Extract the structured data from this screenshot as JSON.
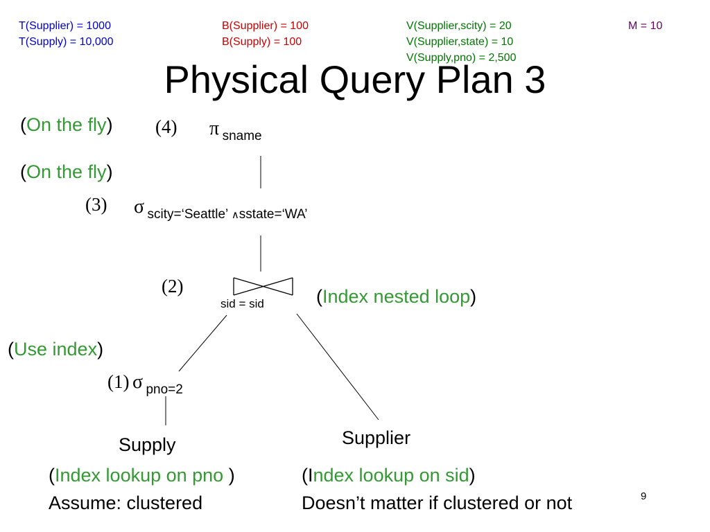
{
  "stats": {
    "col1": [
      "T(Supplier) = 1000",
      "T(Supply) = 10,000"
    ],
    "col2": [
      "B(Supplier) = 100",
      "B(Supply) = 100"
    ],
    "col3": [
      "V(Supplier,scity) = 20",
      "V(Supplier,state) = 10",
      "V(Supply,pno) = 2,500"
    ],
    "col4": "M = 10"
  },
  "title": "Physical Query Plan 3",
  "nodes": {
    "project": {
      "ann_open": "(",
      "ann_text": "On the fly",
      "ann_close": ")",
      "number": "(4)",
      "symbol": "π",
      "subscript": "sname"
    },
    "select_city": {
      "ann_open": "(",
      "ann_text": "On the fly",
      "ann_close": ")",
      "number": "(3)",
      "symbol": "σ",
      "subscript_a": "scity=‘Seattle’ ",
      "and_symbol": "∧",
      "subscript_b": "sstate=‘WA’"
    },
    "join": {
      "number": "(2)",
      "condition": "sid = sid",
      "ann_open": "(",
      "ann_text": "Index nested loop",
      "ann_close": ")"
    },
    "select_pno": {
      "ann_open": "(",
      "ann_text": "Use index",
      "ann_close": ")",
      "number": "(1)",
      "symbol": "σ",
      "subscript": "pno=2"
    },
    "supply": {
      "label": "Supply",
      "ann_open": "(",
      "ann_text": "Index lookup on pno ",
      "ann_close": ")",
      "note": "Assume: clustered"
    },
    "supplier": {
      "label": "Supplier",
      "ann_open": "(I",
      "ann_text": "ndex lookup on sid",
      "ann_close": ")",
      "note": "Doesn’t matter if clustered or not"
    }
  },
  "page_number": "9",
  "colors": {
    "stat_blue": "#0000cc",
    "stat_red": "#cc0000",
    "stat_green": "#007700",
    "stat_purple": "#660066",
    "annotation_green": "#339933"
  }
}
